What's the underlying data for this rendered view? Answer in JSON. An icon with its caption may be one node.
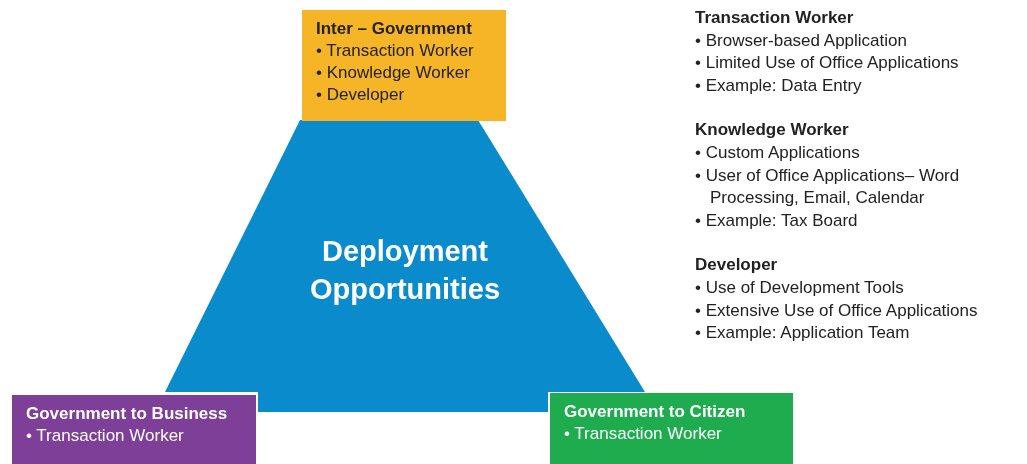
{
  "diagram": {
    "nodes": [
      {
        "text": [
          "Inter – Government",
          "• Transaction Worker",
          "• Knowledge Worker",
          "• Developer"
        ]
      },
      {
        "text": [
          "Deployment Opportunities"
        ]
      },
      {
        "text": [
          "Government to Business",
          "• Transaction Worker"
        ]
      },
      {
        "text": [
          "Government to Citizen",
          "• Transaction Worker"
        ]
      }
    ],
    "labels": [
      "Transaction Worker",
      "• Browser-based Application",
      "• Limited Use of Office Applications",
      "• Example: Data Entry",
      "Knowledge Worker",
      "• Custom Applications",
      "• User of Office Applications– Word Processing, Email, Calendar",
      "• Example: Tax Board",
      "Developer",
      "• Use of Development Tools",
      "• Extensive Use of Office Applications",
      "• Example: Application Team"
    ]
  }
}
